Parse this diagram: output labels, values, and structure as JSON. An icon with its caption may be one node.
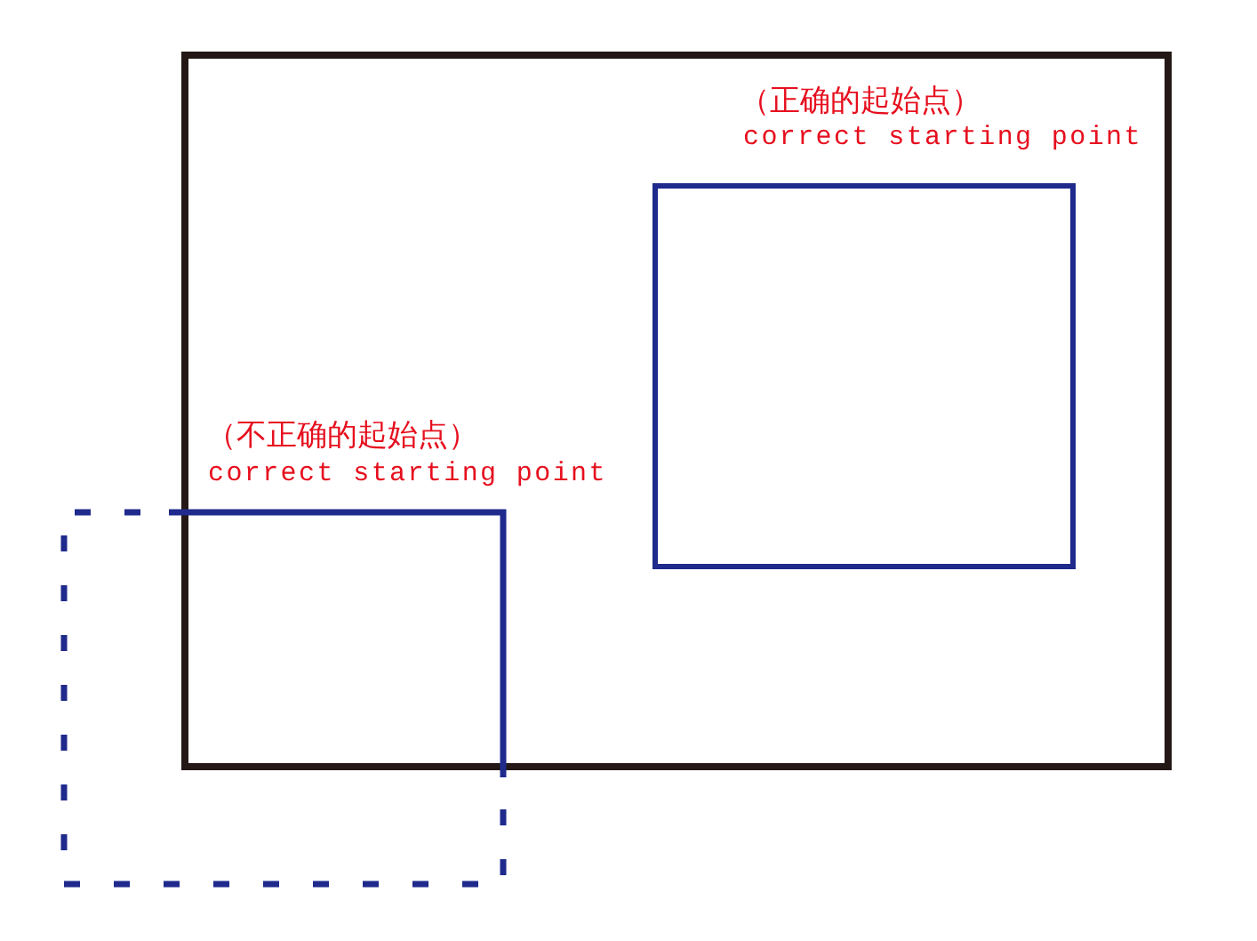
{
  "diagram": {
    "nodes": [
      {
        "text": [],
        "shape": "box"
      },
      {
        "text": [
          "（正确的起始点）",
          "correct starting point"
        ],
        "in": 0
      },
      {
        "text": [
          "（不正确的起始点）",
          "correct starting point"
        ]
      }
    ]
  }
}
